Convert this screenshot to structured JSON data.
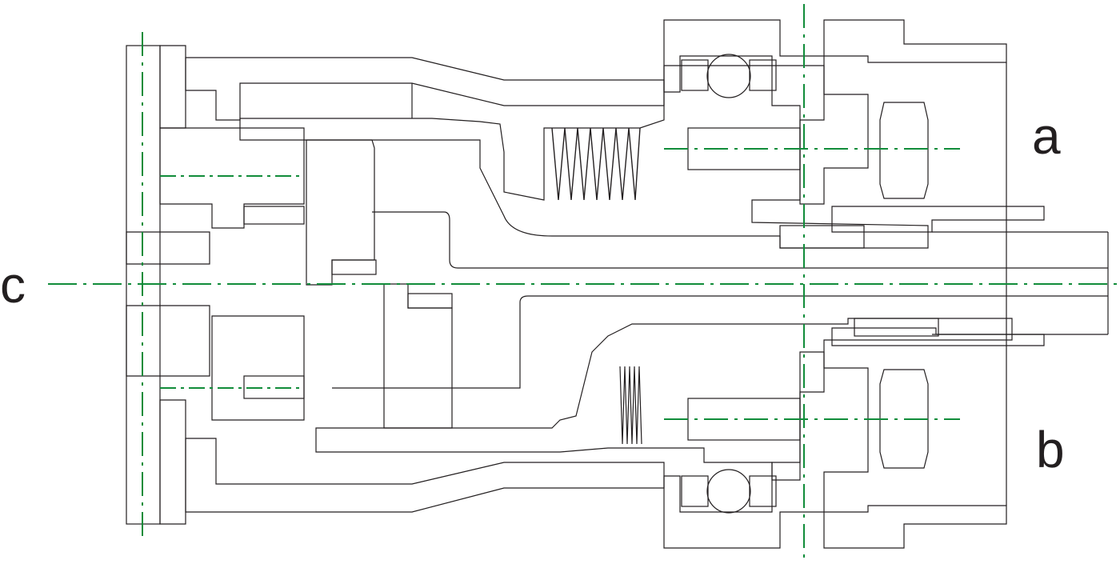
{
  "labels": {
    "upper_half": "a",
    "lower_half": "b",
    "axis": "c"
  },
  "colors": {
    "housing": "#e8302b",
    "piston": "#2e2f7d",
    "clutch_plates": "#e0298a",
    "seals": "#1aa3dc",
    "centerline": "#118c3a",
    "outline": "#231f20"
  },
  "icons": {
    "housing-hatch": "red-diagonal-hatch",
    "piston-hatch": "navy-diagonal-hatch",
    "clutch-pack": "magenta-vertical-lines",
    "seal": "blue-hatched-square",
    "bearing": "ball-bearing-circle",
    "spring": "zigzag-spring",
    "nut": "hex-nut"
  }
}
